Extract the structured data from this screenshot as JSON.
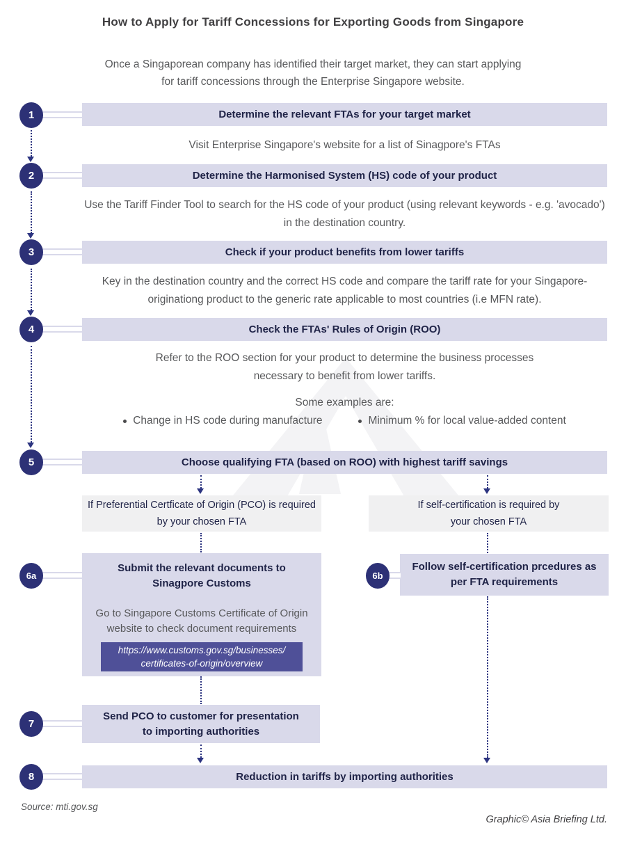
{
  "title": "How to Apply for Tariff Concessions for Exporting Goods from Singapore",
  "intro_lines": [
    "Once a Singaporean company has identified their target market, they can start applying",
    "for tariff concessions through the Enterprise Singapore website."
  ],
  "steps": [
    {
      "badge": "1",
      "heading": "Determine the relevant FTAs for your target market",
      "description_lines": [
        "Visit Enterprise Singapore's website for a list of Sinagpore's FTAs"
      ]
    },
    {
      "badge": "2",
      "heading": "Determine the Harmonised System (HS) code of your product",
      "description_lines": [
        "Use the Tariff Finder Tool to search for the HS code of your product (using relevant keywords - e.g. 'avocado')",
        "in the destination country."
      ]
    },
    {
      "badge": "3",
      "heading": "Check if your product benefits from lower tariffs",
      "description_lines": [
        "Key in the destination country and the correct HS code and compare the tariff rate for your Singapore-",
        "originationg product to the generic rate applicable to most countries (i.e MFN rate)."
      ]
    },
    {
      "badge": "4",
      "heading": "Check the FTAs' Rules of Origin (ROO)",
      "description_lines": [
        "Refer to the ROO section for your product to determine the business processes",
        "necessary to benefit from lower tariffs."
      ],
      "examples_label": "Some examples are:",
      "examples": [
        "Change in HS code during manufacture",
        "Minimum % for local value-added content"
      ]
    },
    {
      "badge": "5",
      "heading": "Choose qualifying FTA (based on ROO) with highest tariff savings"
    }
  ],
  "branches": {
    "left_condition_lines": [
      "If Preferential Certficate of Origin (PCO) is required",
      "by your chosen FTA"
    ],
    "right_condition_lines": [
      "If self-certification is required by",
      "your chosen FTA"
    ],
    "step6a": {
      "badge": "6a",
      "heading_lines": [
        "Submit the relevant documents to",
        "Sinagpore Customs"
      ],
      "description_lines": [
        "Go to Singapore Customs Certificate of Origin",
        "website to check document requirements"
      ],
      "link_lines": [
        "https://www.customs.gov.sg/businesses/",
        "certificates-of-origin/overview"
      ]
    },
    "step6b": {
      "badge": "6b",
      "heading_lines": [
        "Follow self-certification prcedures as",
        "per FTA requirements"
      ]
    },
    "step7": {
      "badge": "7",
      "heading_lines": [
        "Send PCO to customer for presentation",
        "to importing authorities"
      ]
    }
  },
  "final_step": {
    "badge": "8",
    "heading": "Reduction in tariffs by importing authorities"
  },
  "footer": {
    "source": "Source: mti.gov.sg",
    "credit": "Graphic© Asia Briefing Ltd."
  },
  "colors": {
    "badge": "#2d3176",
    "step_bar": "#d9d9ea",
    "condition_box": "#f0f0f1",
    "link_button": "#4f5098",
    "arrow": "#2c3480",
    "heading_text": "#1f2347",
    "body_text": "#58595b",
    "watermark": "#f3f3f5"
  }
}
